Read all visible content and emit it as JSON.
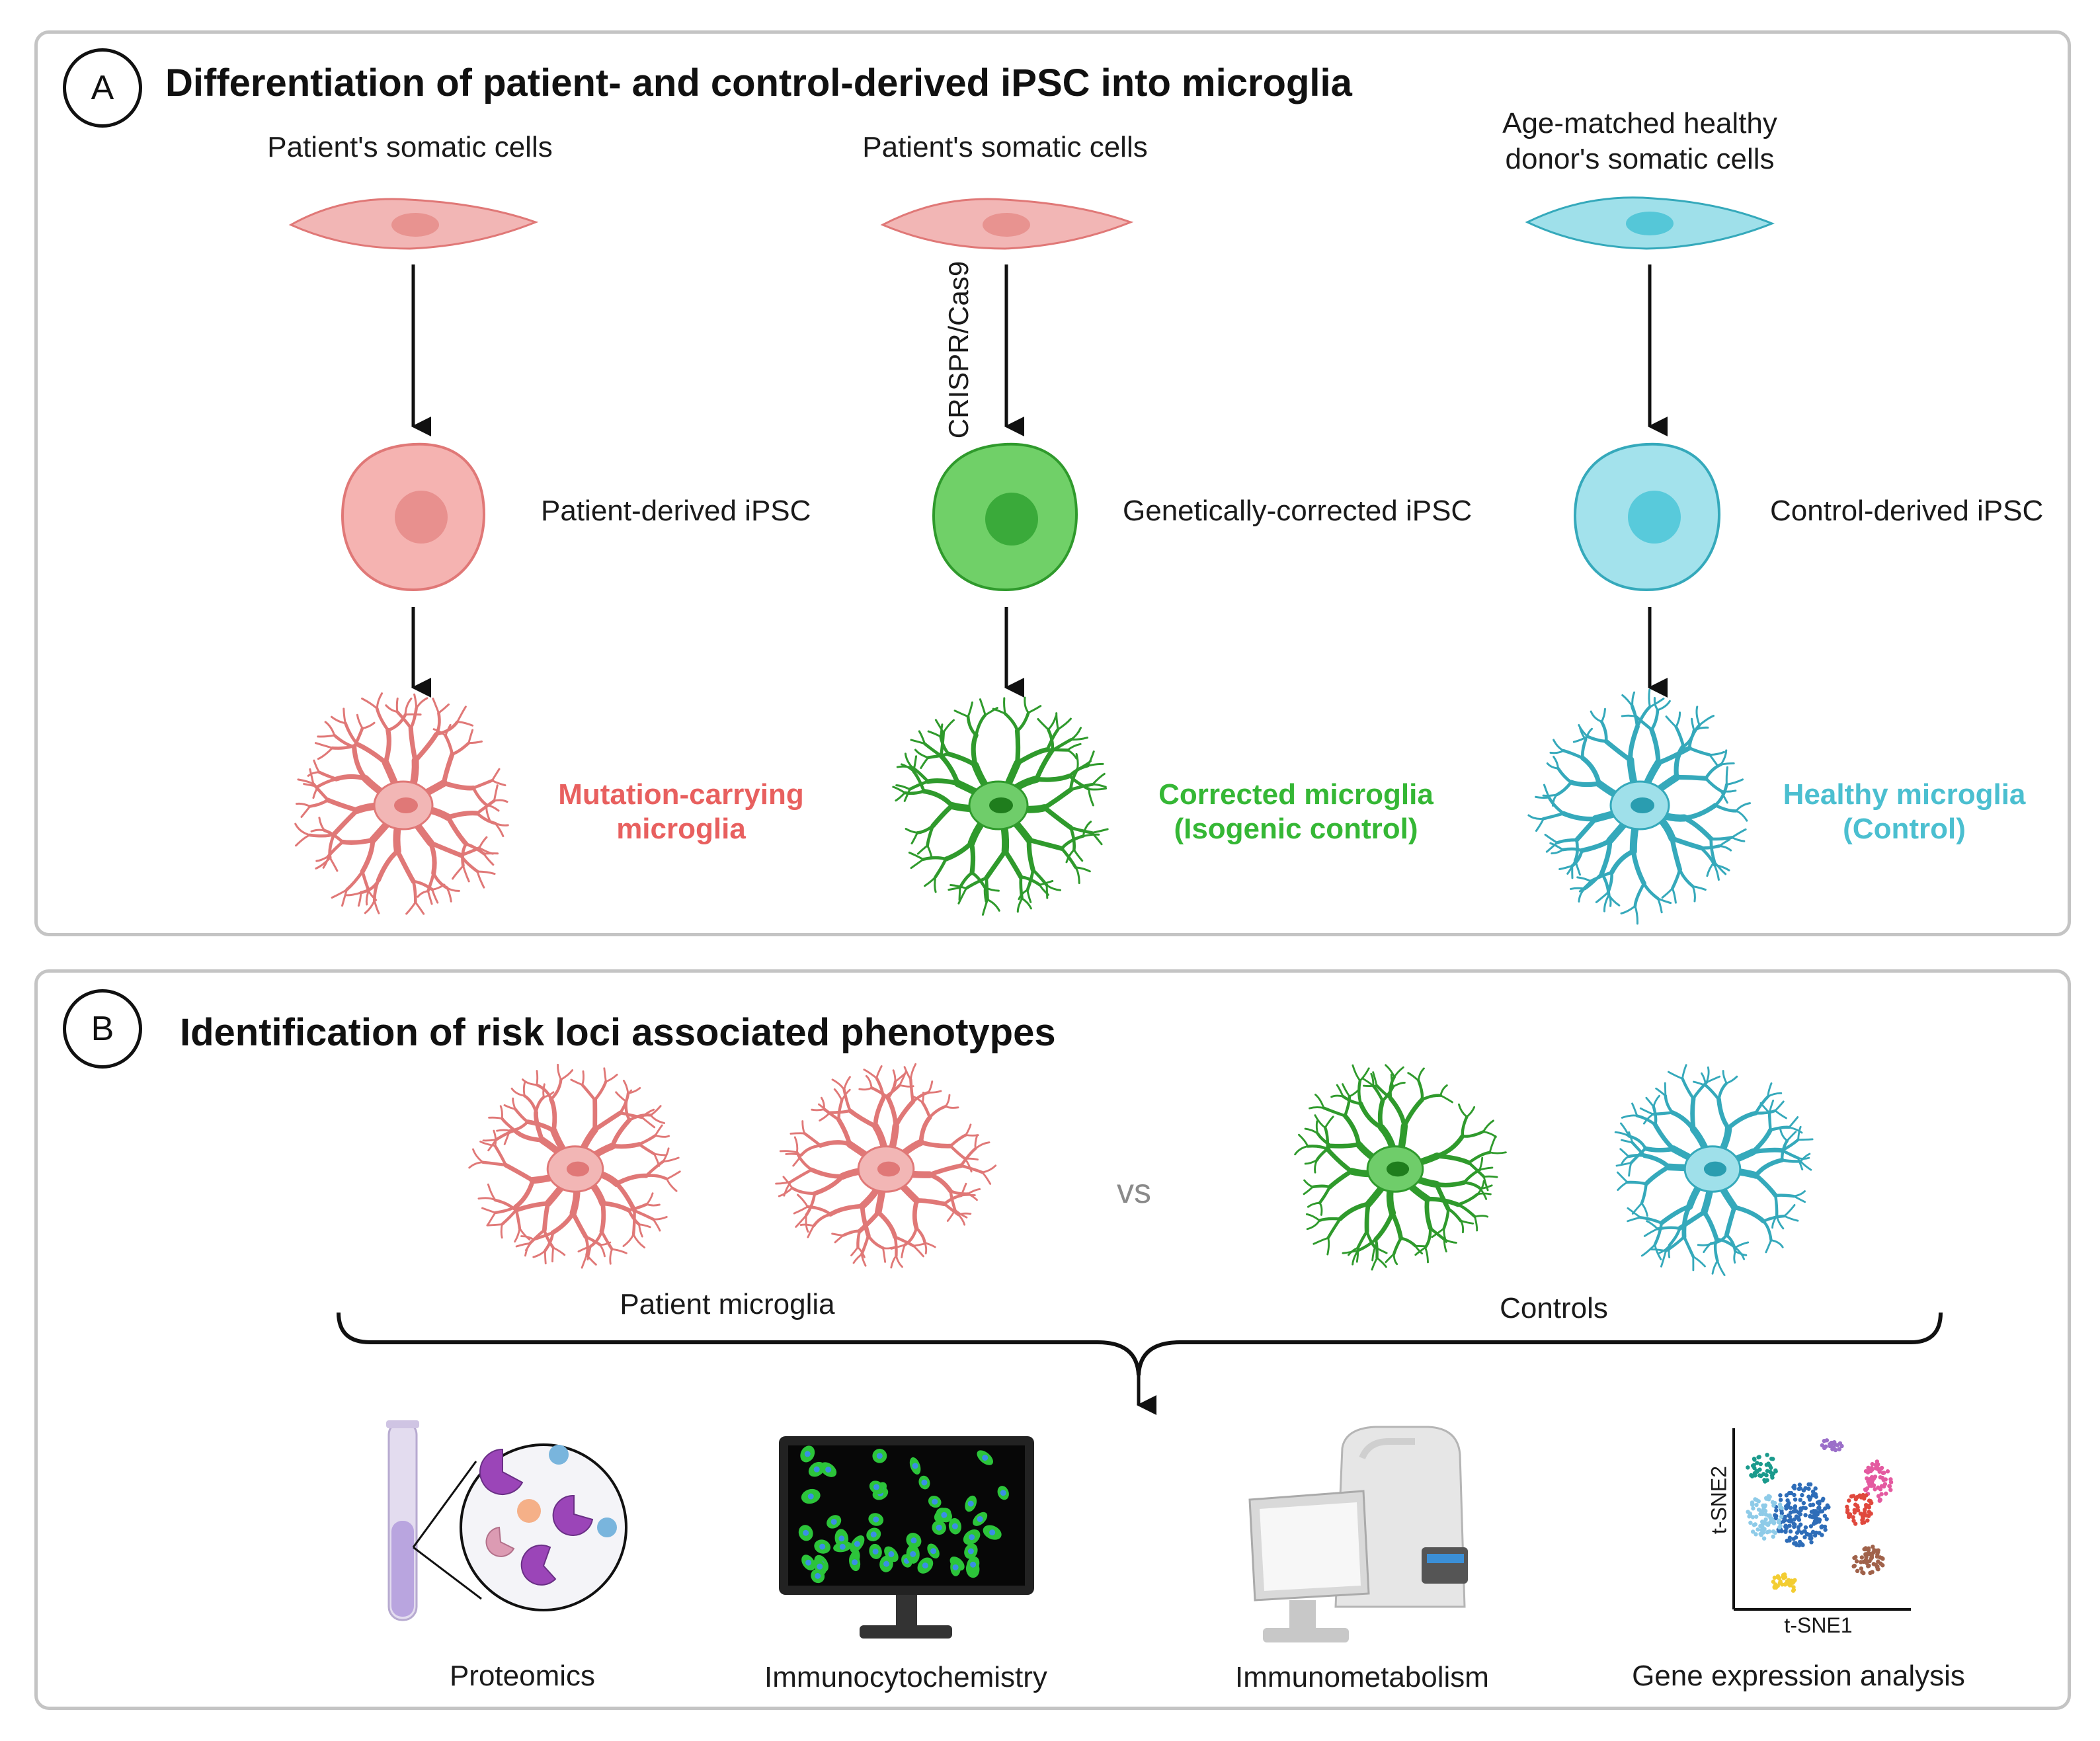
{
  "panel_a": {
    "badge": "A",
    "title": "Differentiation of patient- and control-derived iPSC into microglia",
    "columns": [
      {
        "source_lines": [
          "Patient's somatic cells"
        ],
        "ipsc_label": "Patient-derived iPSC",
        "microglia_lines": [
          "Mutation-carrying",
          "microglia"
        ],
        "color": "#e8605f"
      },
      {
        "source_lines": [
          "Patient's somatic cells"
        ],
        "arrow_label": "CRISPR/Cas9",
        "ipsc_label": "Genetically-corrected iPSC",
        "microglia_lines": [
          "Corrected microglia",
          "(Isogenic control)"
        ],
        "color": "#35b735"
      },
      {
        "source_lines": [
          "Age-matched healthy",
          "donor's somatic cells"
        ],
        "ipsc_label": "Control-derived iPSC",
        "microglia_lines": [
          "Healthy microglia",
          "(Control)"
        ],
        "color": "#4bbfd0"
      }
    ]
  },
  "panel_b": {
    "badge": "B",
    "title": "Identification of risk loci associated phenotypes",
    "vs": "vs",
    "patient_label": "Patient microglia",
    "controls_label": "Controls",
    "methods": [
      "Proteomics",
      "Immunocytochemistry",
      "Immunometabolism",
      "Gene expression analysis"
    ],
    "tsne_xlabel": "t-SNE1",
    "tsne_ylabel": "t-SNE2"
  },
  "colors": {
    "patient_fill": "#f2b6b5",
    "patient_stroke": "#e07877",
    "corrected_fill": "#6fcd6a",
    "corrected_stroke": "#2f9a2c",
    "healthy_fill": "#9fe0ea",
    "healthy_stroke": "#35a9bb"
  }
}
